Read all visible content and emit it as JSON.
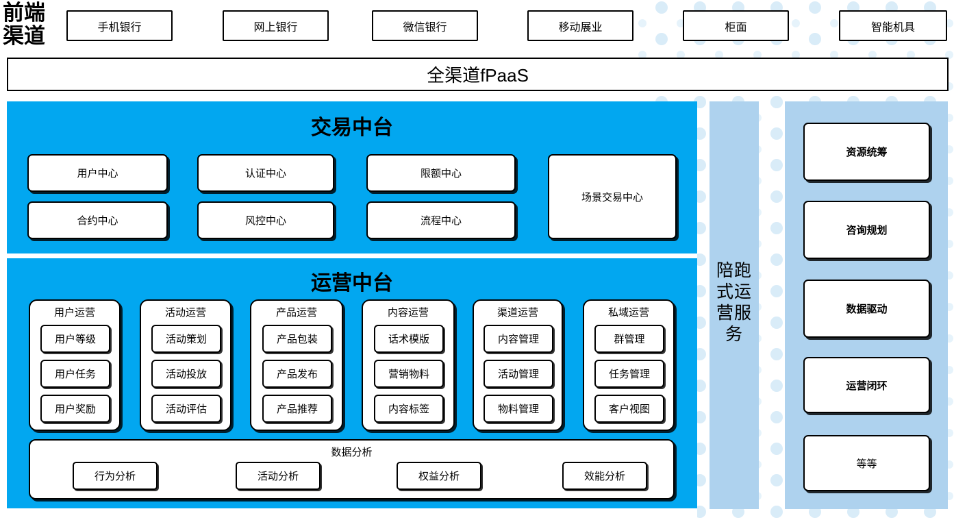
{
  "meta": {
    "title": "金融中台架构图",
    "colors": {
      "cyan_panel": "#02A7F0",
      "light_blue_panel": "#AED2EE",
      "dot_pattern": "#D9ECF8",
      "box_fill": "#FFFFFF",
      "border": "#000000"
    }
  },
  "front_channel": {
    "label_line1": "前端",
    "label_line2": "渠道",
    "channels": [
      {
        "label": "手机银行"
      },
      {
        "label": "网上银行"
      },
      {
        "label": "微信银行"
      },
      {
        "label": "移动展业"
      },
      {
        "label": "柜面"
      },
      {
        "label": "智能机具"
      }
    ],
    "platform_bar": "全渠道fPaaS"
  },
  "transaction_center": {
    "title": "交易中台",
    "modules": [
      {
        "label": "用户中心"
      },
      {
        "label": "认证中心"
      },
      {
        "label": "限额中心"
      },
      {
        "label": "合约中心"
      },
      {
        "label": "风控中心"
      },
      {
        "label": "流程中心"
      }
    ],
    "wide_module": {
      "label": "场景交易中心"
    }
  },
  "operation_center": {
    "title": "运营中台",
    "groups": [
      {
        "title": "用户运营",
        "items": [
          "用户等级",
          "用户任务",
          "用户奖励"
        ]
      },
      {
        "title": "活动运营",
        "items": [
          "活动策划",
          "活动投放",
          "活动评估"
        ]
      },
      {
        "title": "产品运营",
        "items": [
          "产品包装",
          "产品发布",
          "产品推荐"
        ]
      },
      {
        "title": "内容运营",
        "items": [
          "话术模版",
          "营销物料",
          "内容标签"
        ]
      },
      {
        "title": "渠道运营",
        "items": [
          "内容管理",
          "活动管理",
          "物料管理"
        ]
      },
      {
        "title": "私域运营",
        "items": [
          "群管理",
          "任务管理",
          "客户视图"
        ]
      }
    ],
    "data_analysis": {
      "title": "数据分析",
      "items": [
        "行为分析",
        "活动分析",
        "权益分析",
        "效能分析"
      ]
    }
  },
  "service_column": {
    "label": "陪跑式运营服务",
    "label_lines": [
      "陪跑",
      "式运",
      "营服",
      "务"
    ]
  },
  "capability_column": {
    "items": [
      {
        "label": "资源统筹",
        "bold": true
      },
      {
        "label": "咨询规划",
        "bold": true
      },
      {
        "label": "数据驱动",
        "bold": true
      },
      {
        "label": "运营闭环",
        "bold": true
      },
      {
        "label": "等等",
        "bold": false
      }
    ]
  }
}
